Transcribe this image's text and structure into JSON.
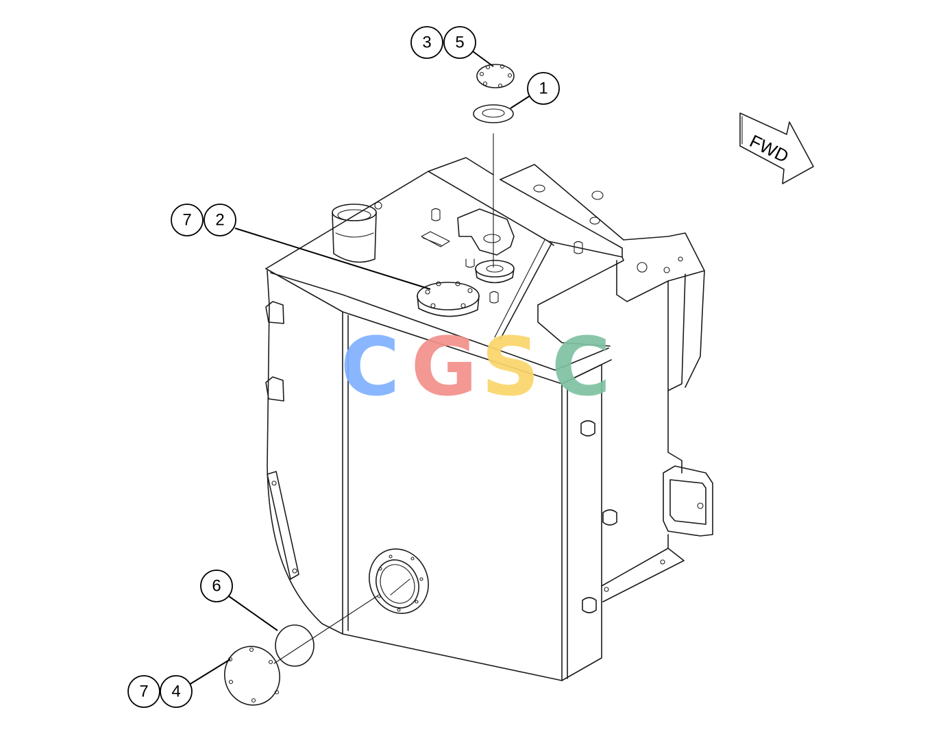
{
  "diagram": {
    "callouts": [
      {
        "id": "c3",
        "label": "3"
      },
      {
        "id": "c5",
        "label": "5"
      },
      {
        "id": "c1",
        "label": "1"
      },
      {
        "id": "c7a",
        "label": "7"
      },
      {
        "id": "c2",
        "label": "2"
      },
      {
        "id": "c6",
        "label": "6"
      },
      {
        "id": "c7b",
        "label": "7"
      },
      {
        "id": "c4",
        "label": "4"
      }
    ],
    "direction_arrow": {
      "label": "FWD"
    },
    "watermark": {
      "letters": [
        "C",
        "G",
        "S",
        "C"
      ],
      "colors": [
        "#7fb0ff",
        "#f2908a",
        "#fad56a",
        "#7fc2a2"
      ]
    }
  }
}
